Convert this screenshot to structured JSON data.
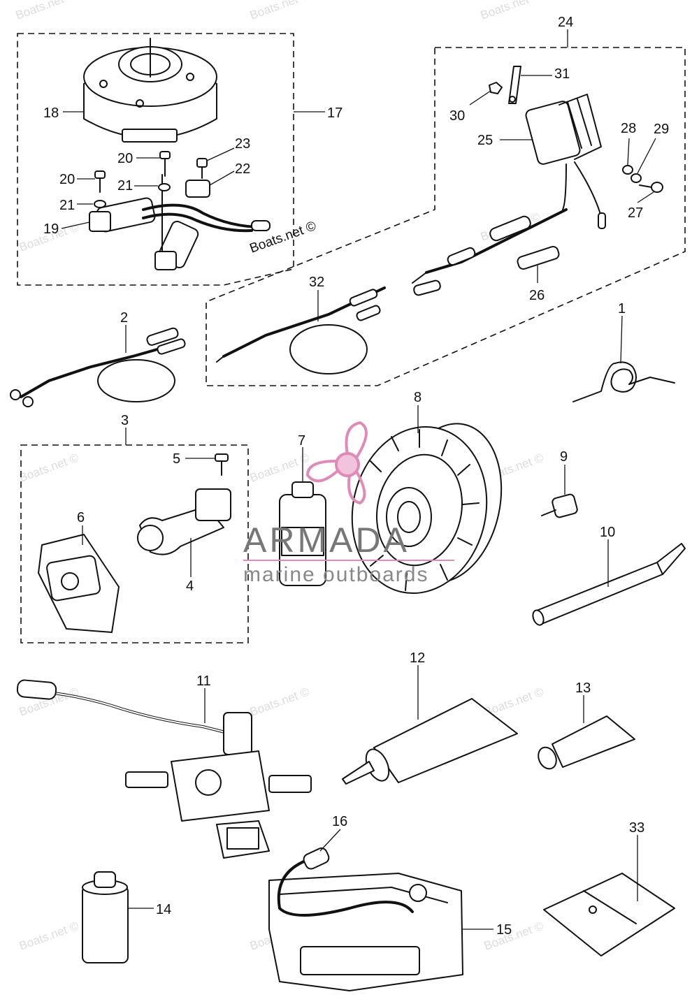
{
  "watermark": "Boats.net ©",
  "copyright": "Boats.net ©",
  "brand": {
    "name": "ARMADA",
    "tagline": "marine outboards",
    "logo_color": "#e08ab8"
  },
  "callouts": [
    "1",
    "2",
    "3",
    "4",
    "5",
    "6",
    "7",
    "8",
    "9",
    "10",
    "11",
    "12",
    "13",
    "14",
    "15",
    "16",
    "17",
    "18",
    "19",
    "20",
    "21",
    "22",
    "23",
    "24",
    "25",
    "26",
    "27",
    "28",
    "29",
    "30",
    "31",
    "32",
    "33"
  ],
  "callout_dup": {
    "20": "20",
    "21": "21"
  }
}
